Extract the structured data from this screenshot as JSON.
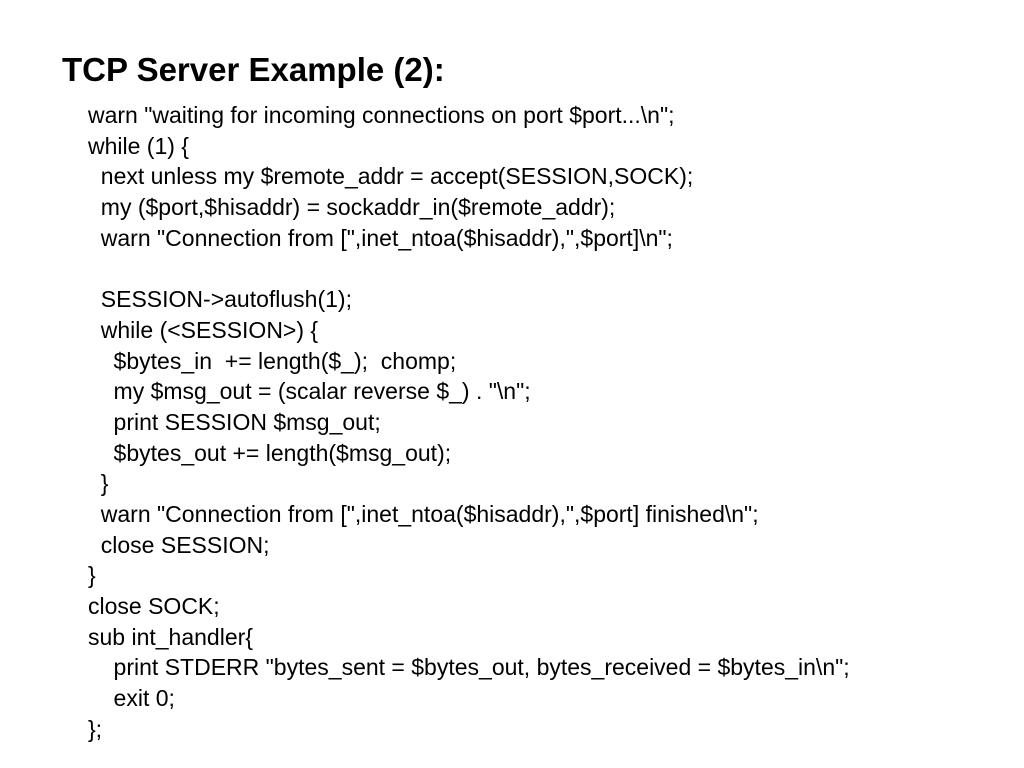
{
  "slide": {
    "title": "TCP Server Example (2):",
    "code_lines": [
      "warn \"waiting for incoming connections on port $port...\\n\";",
      "while (1) {",
      "  next unless my $remote_addr = accept(SESSION,SOCK);",
      "  my ($port,$hisaddr) = sockaddr_in($remote_addr);",
      "  warn \"Connection from [\",inet_ntoa($hisaddr),\",$port]\\n\";",
      "",
      "  SESSION->autoflush(1);",
      "  while (<SESSION>) {",
      "    $bytes_in  += length($_);  chomp;",
      "    my $msg_out = (scalar reverse $_) . \"\\n\";",
      "    print SESSION $msg_out;",
      "    $bytes_out += length($msg_out);",
      "  }",
      "  warn \"Connection from [\",inet_ntoa($hisaddr),\",$port] finished\\n\";",
      "  close SESSION;",
      "}",
      "close SOCK;",
      "sub int_handler{",
      "    print STDERR \"bytes_sent = $bytes_out, bytes_received = $bytes_in\\n\";",
      "    exit 0;",
      "};"
    ]
  }
}
